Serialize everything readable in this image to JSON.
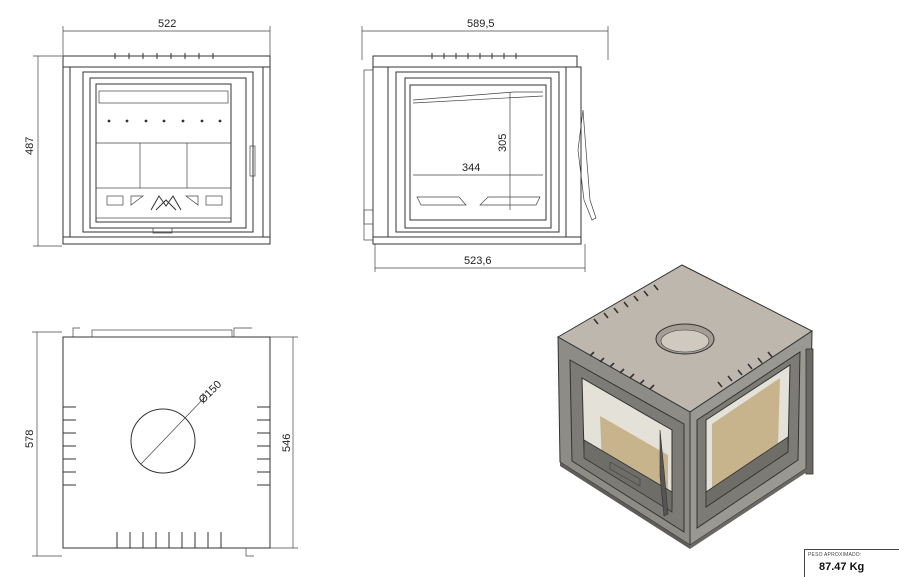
{
  "front_view": {
    "width_label": "522",
    "height_label": "487"
  },
  "side_view": {
    "outer_width_label": "589,5",
    "inner_height_label": "305",
    "inner_width_label": "344",
    "base_width_label": "523,6"
  },
  "top_view": {
    "height_label": "578",
    "inner_height_label": "546",
    "flue_diameter_label": "Ø150"
  },
  "weight": {
    "label": "PESO APROXIMADO:",
    "value": "87.47 Kg"
  },
  "colors": {
    "line": "#333333",
    "steel": "#8e8c86",
    "top_plate": "#bdb7ad",
    "glass": "#e3e1d8",
    "firebox": "#c8b48c"
  }
}
